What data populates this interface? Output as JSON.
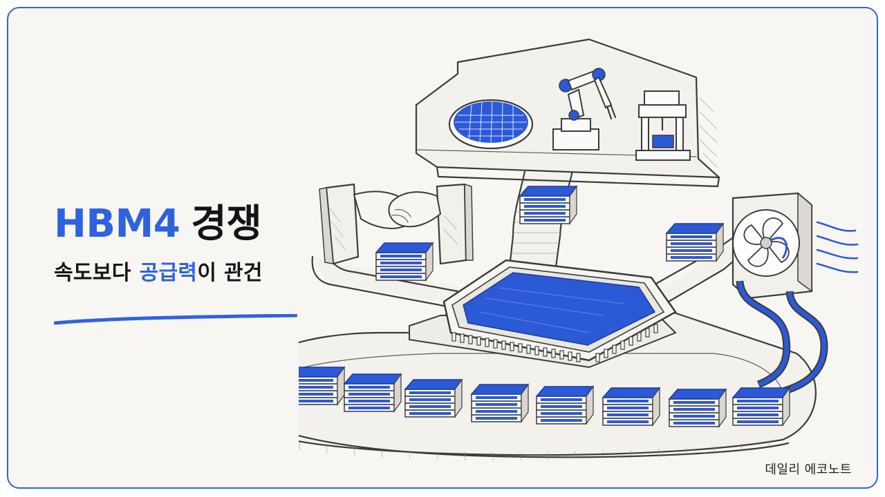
{
  "headline": {
    "title_accent": "HBM4",
    "title_main": "경쟁",
    "subtitle_before": "속도보다",
    "subtitle_accent": "공급력",
    "subtitle_after": "이 관건"
  },
  "brand": "데일리 에코노트",
  "colors": {
    "accent": "#2f62e0",
    "text": "#141414",
    "paper": "#f7f6f2"
  },
  "illustration": {
    "factory": [
      "wafer-icon",
      "robot-arm-icon",
      "press-machine-icon"
    ],
    "handshake": "handshake-icon",
    "cooling": "cooling-fan-icon",
    "processor": "gpu-chip-icon",
    "memory_stack": "hbm-stack-icon"
  }
}
